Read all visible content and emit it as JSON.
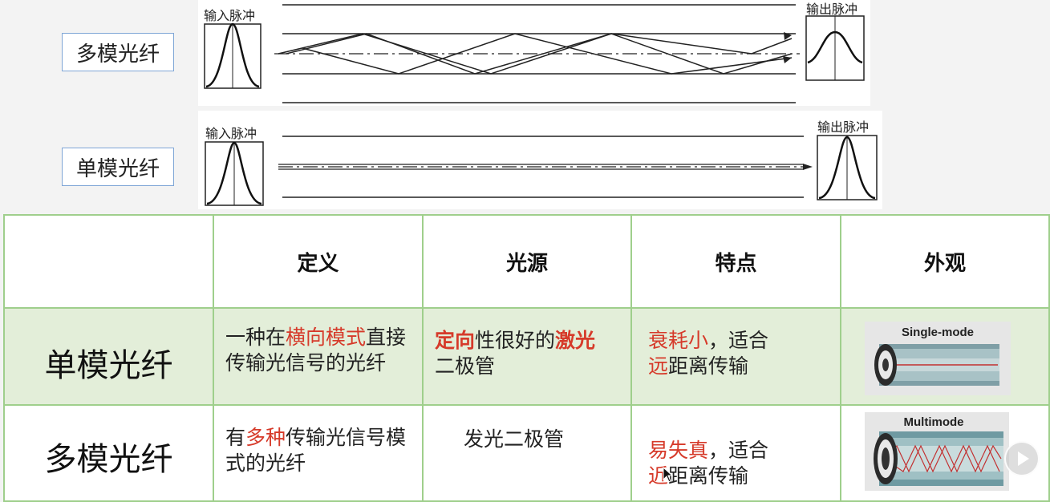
{
  "diagram": {
    "multimode_label": "多模光纤",
    "singlemode_label": "单模光纤",
    "input_pulse": "输入脉冲",
    "output_pulse": "输出脉冲"
  },
  "table": {
    "headers": [
      "",
      "定义",
      "光源",
      "特点",
      "外观"
    ],
    "single": {
      "name": "单模光纤",
      "def_a": "一种在",
      "def_red": "横向模式",
      "def_b": "直接传输光信号的光纤",
      "src_red1": "定向",
      "src_mid": "性很好的",
      "src_red2": "激光",
      "src_end": "二极管",
      "feat_red1": "衰耗小",
      "feat_mid": "，适合",
      "feat_red2": "远",
      "feat_end": "距离传输",
      "look_label": "Single-mode"
    },
    "multi": {
      "name": "多模光纤",
      "def_a": "有",
      "def_red": "多种",
      "def_b": "传输光信号模式的光纤",
      "src": "发光二极管",
      "feat_red1": "易失真",
      "feat_mid": "，适合",
      "feat_red2": "近",
      "feat_end": "距离传输",
      "look_label": "Multimode"
    }
  },
  "colors": {
    "accent_red": "#d63a2a",
    "table_border": "#9fcf8c",
    "row_green": "#e3eed9"
  }
}
